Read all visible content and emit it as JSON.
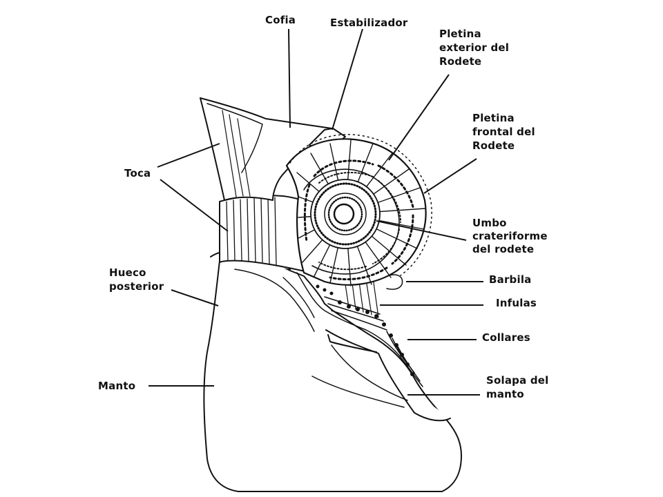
{
  "labels": {
    "cofia": "Cofia",
    "estabilizador": "Estabilizador",
    "pletina_exterior": [
      "Pletina",
      "exterior del",
      "Rodete"
    ],
    "pletina_frontal": [
      "Pletina",
      "frontal del",
      "Rodete"
    ],
    "toca": "Toca",
    "umbo": [
      "Umbo",
      "crateriforme",
      "del rodete"
    ],
    "hueco_posterior": [
      "Hueco",
      "posterior"
    ],
    "barbilla": "Barbila",
    "infulas": "Infulas",
    "collares": "Collares",
    "manto": "Manto",
    "solapa": [
      "Solapa del",
      "manto"
    ]
  },
  "colors": {
    "ink": "#111111",
    "paper": "#ffffff"
  }
}
